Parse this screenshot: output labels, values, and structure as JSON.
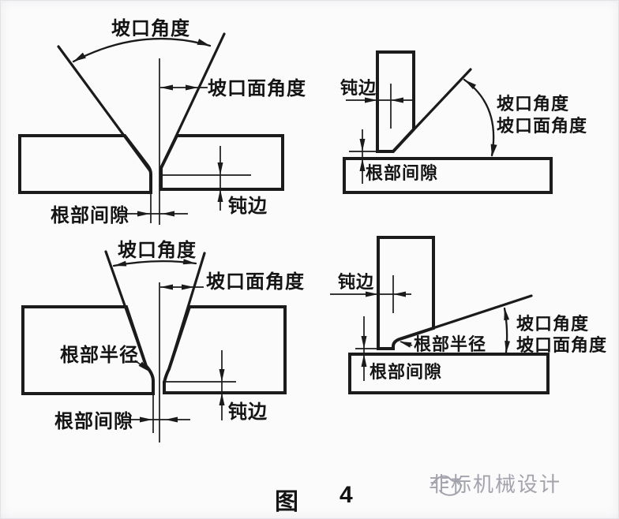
{
  "terms": {
    "groove_angle": "坡口角度",
    "groove_face_angle": "坡口面角度",
    "root_gap": "根部间隙",
    "root_face": "钝边",
    "root_radius": "根部半径"
  },
  "caption": {
    "prefix": "图",
    "number": "4"
  },
  "watermark": {
    "text": "非标机械设计"
  },
  "diagrams": [
    {
      "id": "v-groove-butt-joint",
      "position": "top-left",
      "labels": [
        "坡口角度",
        "坡口面角度",
        "根部间隙",
        "钝边"
      ]
    },
    {
      "id": "bevel-tee-joint",
      "position": "top-right",
      "labels": [
        "钝边",
        "根部间隙",
        "坡口角度",
        "坡口面角度"
      ]
    },
    {
      "id": "u-groove-butt-joint",
      "position": "bottom-left",
      "labels": [
        "坡口角度",
        "坡口面角度",
        "根部半径",
        "根部间隙",
        "钝边"
      ]
    },
    {
      "id": "j-groove-tee-joint",
      "position": "bottom-right",
      "labels": [
        "钝边",
        "根部半径",
        "根部间隙",
        "坡口角度",
        "坡口面角度"
      ]
    }
  ],
  "colors": {
    "line": "#1b1b1b",
    "label": "#141414",
    "watermark": "#a3a3ad",
    "bg": "#fbfbfc"
  }
}
